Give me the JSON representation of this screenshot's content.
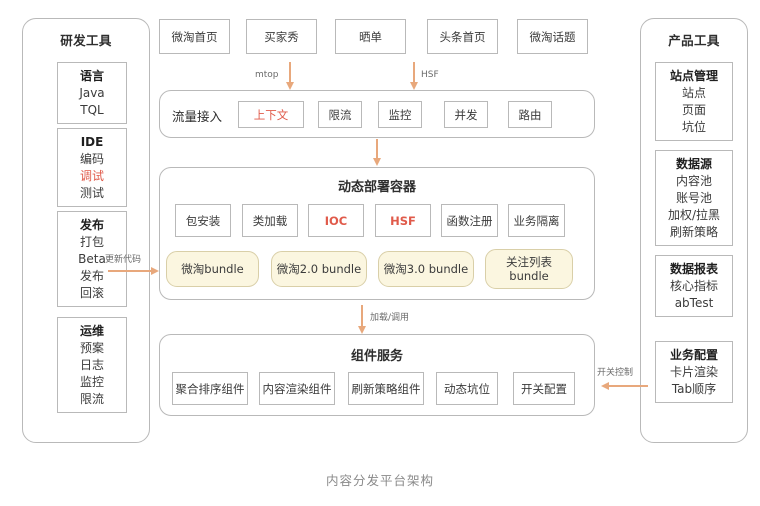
{
  "caption": "内容分发平台架构",
  "colors": {
    "accent_red": "#e05a4a",
    "arrow": "#e8a87c",
    "bundle_fill": "#fbf6e0",
    "bundle_border": "#d9cfa8",
    "box_border": "#b9b9b9",
    "caption_gray": "#8a8a8a"
  },
  "left_panel": {
    "title": "研发工具",
    "groups": [
      {
        "head": "语言",
        "lines": [
          "Java",
          "TQL"
        ]
      },
      {
        "head": "IDE",
        "lines": [
          "编码",
          "调试",
          "测试"
        ],
        "accent_index": 1
      },
      {
        "head": "发布",
        "lines": [
          "打包",
          "Beta",
          "发布",
          "回滚"
        ]
      },
      {
        "head": "运维",
        "lines": [
          "预案",
          "日志",
          "监控",
          "限流"
        ]
      }
    ]
  },
  "right_panel": {
    "title": "产品工具",
    "groups": [
      {
        "head": "站点管理",
        "lines": [
          "站点",
          "页面",
          "坑位"
        ]
      },
      {
        "head": "数据源",
        "lines": [
          "内容池",
          "账号池",
          "加权/拉黑",
          "刷新策略"
        ]
      },
      {
        "head": "数据报表",
        "lines": [
          "核心指标",
          "abTest"
        ]
      },
      {
        "head": "业务配置",
        "lines": [
          "卡片渲染",
          "Tab顺序"
        ]
      }
    ]
  },
  "top_entries": [
    "微淘首页",
    "买家秀",
    "晒单",
    "头条首页",
    "微淘话题"
  ],
  "traffic": {
    "title": "流量接入",
    "items": [
      {
        "label": "上下文",
        "accent": true
      },
      {
        "label": "限流",
        "accent": false
      },
      {
        "label": "监控",
        "accent": false
      },
      {
        "label": "并发",
        "accent": false
      },
      {
        "label": "路由",
        "accent": false
      }
    ]
  },
  "container": {
    "title": "动态部署容器",
    "capabilities": [
      {
        "label": "包安装",
        "accent": false
      },
      {
        "label": "类加载",
        "accent": false
      },
      {
        "label": "IOC",
        "accent": true
      },
      {
        "label": "HSF",
        "accent": true
      },
      {
        "label": "函数注册",
        "accent": false
      },
      {
        "label": "业务隔离",
        "accent": false
      }
    ],
    "bundles": [
      "微淘bundle",
      "微淘2.0 bundle",
      "微淘3.0 bundle",
      "关注列表\nbundle"
    ]
  },
  "components": {
    "title": "组件服务",
    "items": [
      "聚合排序组件",
      "内容渲染组件",
      "刷新策略组件",
      "动态坑位",
      "开关配置"
    ]
  },
  "arrow_labels": {
    "mtop": "mtop",
    "hsf": "HSF",
    "update_code": "更新代码",
    "load_call": "加载/调用",
    "switch_control": "开关控制"
  }
}
